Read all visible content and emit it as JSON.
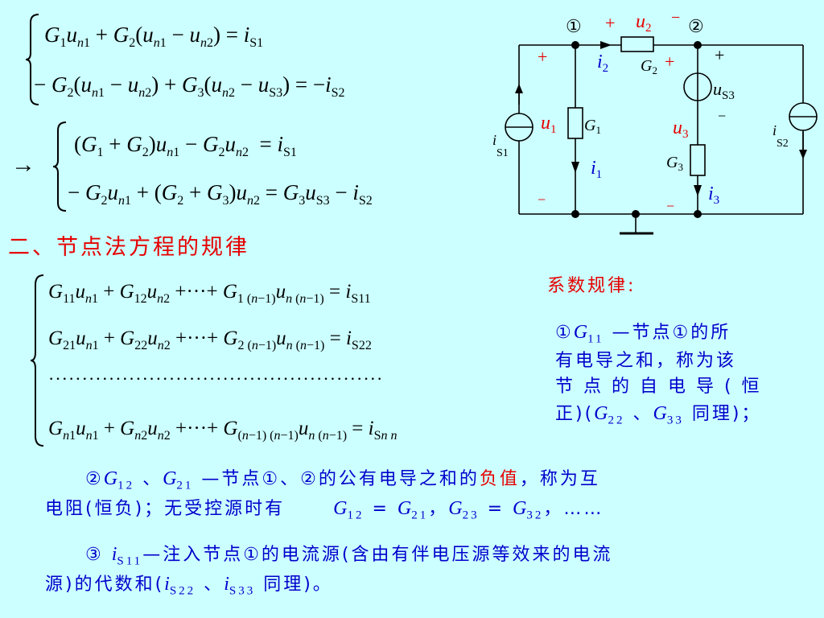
{
  "eq1": {
    "line1": "G₁uₙ₁ + G₂(uₙ₁ − uₙ₂) = i_S1",
    "line2": "− G₂(uₙ₁ − uₙ₂) + G₃(uₙ₂ − u_S3) = −i_S2"
  },
  "eq2": {
    "arrow": "→",
    "line1": "(G₁ + G₂)uₙ₁ − G₂uₙ₂ = i_S1",
    "line2": "− G₂uₙ₁ + (G₂ + G₃)uₙ₂ = G₃u_S3 − i_S2"
  },
  "heading": "二、节点法方程的规律",
  "general": {
    "row1": "G₁₁uₙ₁ + G₁₂uₙ₂ + ··· + G₁₍ₙ₋₁₎uₙ₍ₙ₋₁₎ = i_S11",
    "row2": "G₂₁uₙ₁ + G₂₂uₙ₂ + ··· + G₂₍ₙ₋₁₎uₙ₍ₙ₋₁₎ = i_S22",
    "dots": "··················································",
    "row4": "Gₙ₁uₙ₁ + Gₙ₂uₙ₂ + ··· + G₍ₙ₋₁₎₍ₙ₋₁₎uₙ₍ₙ₋₁₎ = i_Snn"
  },
  "coef": {
    "title": "系数规律:",
    "p1_a": "①G11 —节点①的所",
    "p1_b": "有电导之和，称为该",
    "p1_c": "节 点 的 自 电 导 ( 恒",
    "p1_d": "正)(G22 、G33 同理)；"
  },
  "rule2": {
    "pre": "②G12 、G21 —节点①、②的公有电导之和的",
    "neg": "负值",
    "post": "，称为互",
    "line2a": "电阻(恒负)；无受控源时有",
    "line2b": "G12 = G21，G23 = G32，……"
  },
  "rule3": {
    "line1": "③ iS11—注入节点①的电流源(含由有伴电压源等效来的电流",
    "line2": "源)的代数和(iS22 、iS33 同理)。"
  },
  "circuit": {
    "node1": "①",
    "node2": "②",
    "plus": "+",
    "minus": "−",
    "u2": "u2",
    "i2": "i2",
    "G2": "G2",
    "G1": "G1",
    "u1": "u1",
    "i1": "i1",
    "uS3": "uS3",
    "u3": "u3",
    "G3": "G3",
    "i3": "i3",
    "iS1": "iS1",
    "iS2": "iS2"
  },
  "colors": {
    "background": "#ccffff",
    "red": "#e60000",
    "blue": "#0000cc"
  }
}
